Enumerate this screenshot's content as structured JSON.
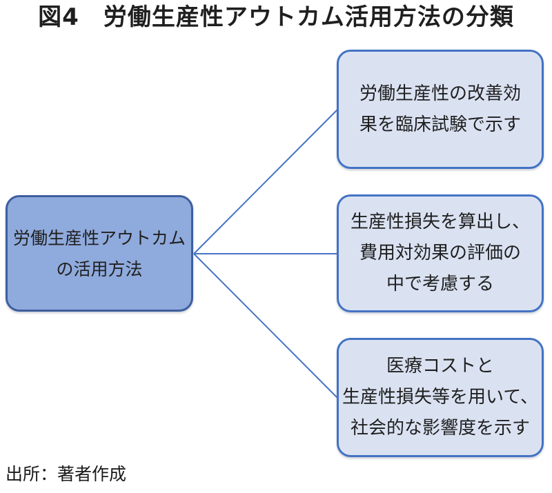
{
  "figure": {
    "title": "図4　労働生産性アウトカム活用方法の分類",
    "source": "出所：著者作成"
  },
  "root_box": {
    "lines": [
      "労働生産性アウトカム",
      "の活用方法"
    ]
  },
  "branch_boxes": [
    {
      "lines": [
        "労働生産性の改善効",
        "果を臨床試験で示す"
      ]
    },
    {
      "lines": [
        "生産性損失を算出し、",
        "費用対効果の評価の",
        "中で考慮する"
      ]
    },
    {
      "lines": [
        "医療コストと",
        "生産性損失等を用いて、",
        "社会的な影響度を示す"
      ]
    }
  ],
  "colors": {
    "root_fill": "#8FAADC",
    "root_border": "#3D5F9F",
    "branch_fill": "#DAE2F2",
    "branch_border": "#4472C4",
    "connector": "#4472C4",
    "text": "#1F1F1F"
  }
}
